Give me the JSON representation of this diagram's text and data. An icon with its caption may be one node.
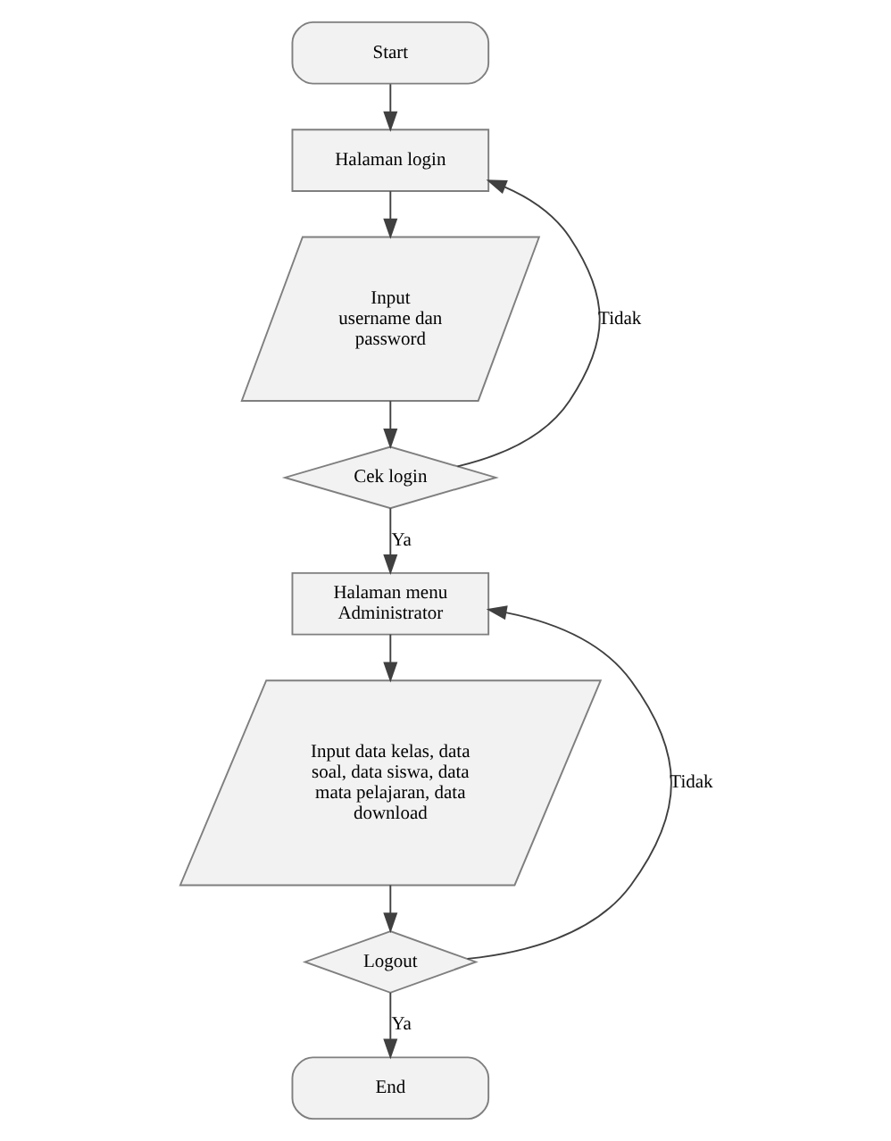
{
  "diagram": {
    "nodes": [
      {
        "text": [
          "Start"
        ]
      },
      {
        "text": [
          "Halaman login"
        ]
      },
      {
        "text": [
          "Input username dan password"
        ]
      },
      {
        "text": [
          "Cek login"
        ]
      },
      {
        "text": [
          "Halaman menu Administrator"
        ]
      },
      {
        "text": [
          "Input data kelas, data soal, data siswa, data mata pelajaran, data download"
        ]
      },
      {
        "text": [
          "Logout"
        ]
      },
      {
        "text": [
          "End"
        ]
      }
    ],
    "edges": [
      {
        "from": 0,
        "to": 1,
        "arrow": "to"
      },
      {
        "from": 1,
        "to": 2,
        "arrow": "to"
      },
      {
        "from": 2,
        "to": 3,
        "arrow": "to"
      },
      {
        "from": 3,
        "to": 1,
        "arrow": "to",
        "label": "Tidak"
      },
      {
        "from": 3,
        "to": 4,
        "arrow": "to",
        "label": "Ya"
      },
      {
        "from": 4,
        "to": 5,
        "arrow": "to"
      },
      {
        "from": 5,
        "to": 6,
        "arrow": "to"
      },
      {
        "from": 6,
        "to": 4,
        "arrow": "to",
        "label": "Tidak"
      },
      {
        "from": 6,
        "to": 7,
        "arrow": "to",
        "label": "Ya"
      }
    ]
  }
}
